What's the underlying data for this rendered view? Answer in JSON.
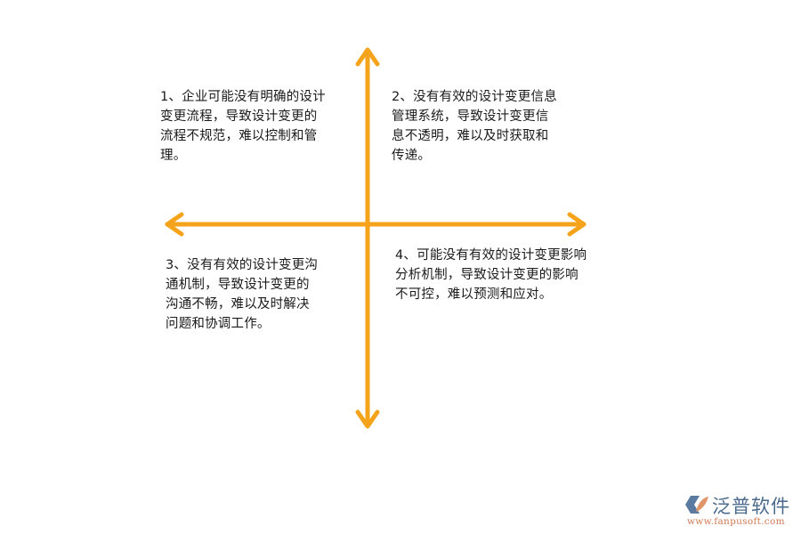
{
  "diagram": {
    "type": "quadrant",
    "axis_color": "#f5a31a",
    "quadrants": [
      {
        "id": 1,
        "position": "top-left",
        "text": "1、企业可能没有明确的设计\n变更流程，导致设计变更的\n流程不规范，难以控制和管\n理。"
      },
      {
        "id": 2,
        "position": "top-right",
        "text": "2、没有有效的设计变更信息\n管理系统，导致设计变更信\n息不透明，难以及时获取和\n传递。"
      },
      {
        "id": 3,
        "position": "bottom-left",
        "text": "3、没有有效的设计变更沟\n通机制，导致设计变更的\n沟通不畅，难以及时解决\n问题和协调工作。"
      },
      {
        "id": 4,
        "position": "bottom-right",
        "text": "4、可能没有有效的设计变更影响\n分析机制，导致设计变更的影响\n不可控，难以预测和应对。"
      }
    ]
  },
  "logo": {
    "name": "泛普软件",
    "url": "www.fanpusoft.com",
    "icon": "fanpu-logo-icon",
    "name_color": "#4a6a8c",
    "url_color": "#d07a55"
  }
}
